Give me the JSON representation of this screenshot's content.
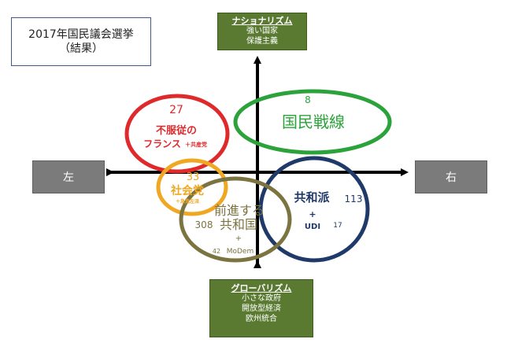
{
  "title": {
    "line1": "2017年国民議会選挙",
    "line2": "（結果）"
  },
  "axes": {
    "top": {
      "heading": "ナショナリズム",
      "lines": [
        "強い国家",
        "保護主義"
      ]
    },
    "bottom": {
      "heading": "グローバリズム",
      "lines": [
        "小さな政府",
        "開放型経済",
        "欧州統合"
      ]
    },
    "left": {
      "label": "左"
    },
    "right": {
      "label": "右"
    }
  },
  "parties": {
    "fi": {
      "seats": "27",
      "name": "不服従の",
      "name2": "フランス",
      "suffix": "＋共産党",
      "color": "#e0292b"
    },
    "fn": {
      "seats": "8",
      "name": "国民戦線",
      "color": "#2ca33a"
    },
    "ps": {
      "seats": "33",
      "name": "社会党",
      "suffix": "＋急進左派",
      "color": "#f0a722"
    },
    "lrem": {
      "name": "前進する",
      "name2": "共和国",
      "seats": "308",
      "plus": "+",
      "ally_seats": "42",
      "ally": "MoDem",
      "color": "#7b7340"
    },
    "lr": {
      "name": "共和派",
      "seats": "113",
      "plus": "+",
      "ally": "UDI",
      "ally_seats": "17",
      "color": "#1f3a68"
    }
  }
}
